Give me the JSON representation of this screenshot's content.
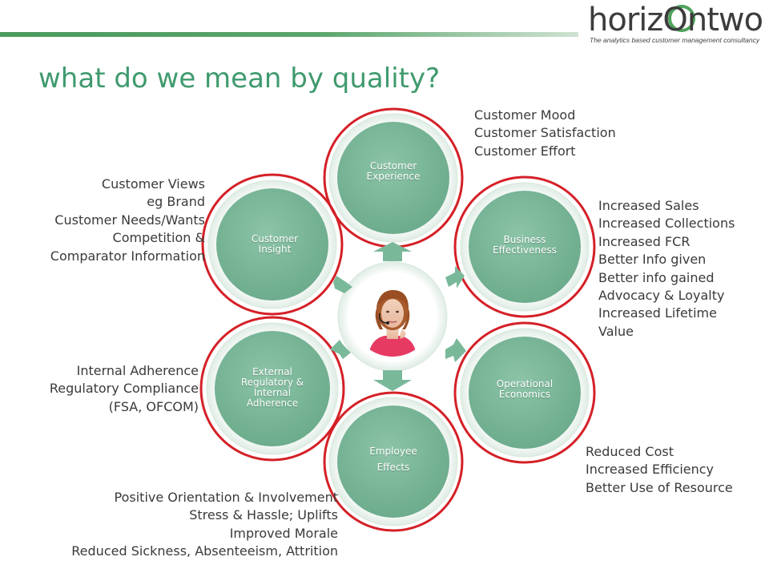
{
  "title": "what do we mean by quality?",
  "logo": {
    "word": "horizOntwo",
    "tagline": "The analytics based customer management consultancy"
  },
  "colors": {
    "node_fill": "#7ab89a",
    "node_ring": "#e3f0e8",
    "highlight_ring": "#d42027",
    "arrow": "#7ab89a",
    "title": "#3f9a6e",
    "topbar": "#4a9a5c"
  },
  "nodes": {
    "customer_experience": [
      "Customer",
      "Experience"
    ],
    "business_effectiveness": [
      "Business",
      "Effectiveness"
    ],
    "operational_economics": [
      "Operational",
      "Economics"
    ],
    "employee_effects": [
      "Employee",
      "Effects"
    ],
    "external_regulatory": [
      "External",
      "Regulatory &",
      "Internal",
      "Adherence"
    ],
    "customer_insight": [
      "Customer",
      "Insight"
    ]
  },
  "notes": {
    "customer_experience": [
      "Customer Mood",
      "Customer Satisfaction",
      "Customer Effort"
    ],
    "business_effectiveness": [
      "Increased Sales",
      "Increased Collections",
      "Increased FCR",
      "Better Info given",
      "Better info gained",
      "Advocacy & Loyalty",
      "Increased Lifetime",
      "Value"
    ],
    "operational_economics": [
      "Reduced Cost",
      "Increased Efficiency",
      "Better Use of Resource"
    ],
    "employee_effects": [
      "Positive Orientation & Involvement",
      "Stress & Hassle; Uplifts",
      "Improved Morale",
      "Reduced Sickness, Absenteeism, Attrition"
    ],
    "external_regulatory": [
      "Internal Adherence",
      "Regulatory Compliance",
      "(FSA, OFCOM)"
    ],
    "customer_insight": [
      "Customer Views",
      "eg Brand",
      "Customer Needs/Wants",
      "Competition &",
      "Comparator Information"
    ]
  }
}
